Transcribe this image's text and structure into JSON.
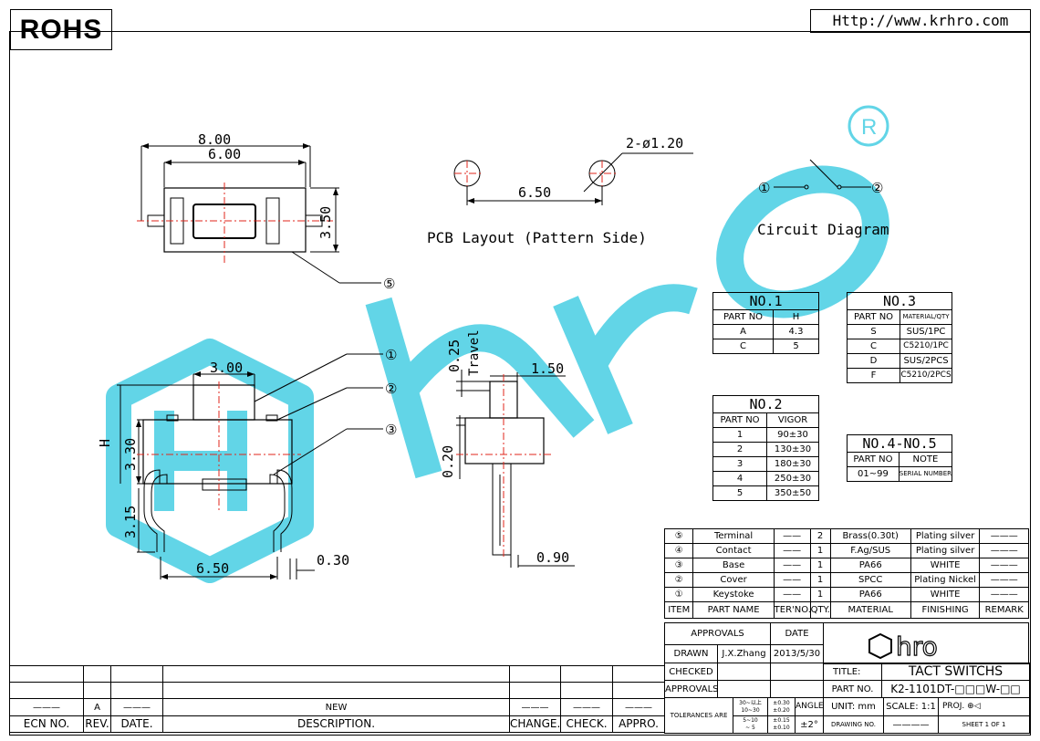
{
  "header": {
    "rohs": "ROHS",
    "url": "Http://www.krhro.com"
  },
  "dims": {
    "top_w1": "8.00",
    "top_w2": "6.00",
    "top_h": "3.50",
    "hole": "2-ø1.20",
    "pcb_pitch": "6.50",
    "front_3": "3.00",
    "front_h": "H",
    "front_330": "3.30",
    "front_315": "3.15",
    "front_650": "6.50",
    "front_030": "0.30",
    "side_025": "0.25",
    "side_travel": "Travel",
    "side_150": "1.50",
    "side_020": "0.20",
    "side_090": "0.90"
  },
  "labels": {
    "pcb_layout": "PCB Layout (Pattern Side)",
    "circuit": "Circuit Diagram"
  },
  "callouts": {
    "c1": "①",
    "c2": "②",
    "c3": "③",
    "c5": "⑤"
  },
  "no1": {
    "title": "NO.1",
    "headers": [
      "PART NO",
      "H"
    ],
    "rows": [
      [
        "A",
        "4.3"
      ],
      [
        "C",
        "5"
      ]
    ]
  },
  "no2": {
    "title": "NO.2",
    "headers": [
      "PART NO",
      "VIGOR"
    ],
    "rows": [
      [
        "1",
        "90±30"
      ],
      [
        "2",
        "130±30"
      ],
      [
        "3",
        "180±30"
      ],
      [
        "4",
        "250±30"
      ],
      [
        "5",
        "350±50"
      ]
    ]
  },
  "no3": {
    "title": "NO.3",
    "headers": [
      "PART NO",
      "MATERIAL/QTY"
    ],
    "rows": [
      [
        "S",
        "SUS/1PC"
      ],
      [
        "C",
        "C5210/1PC"
      ],
      [
        "D",
        "SUS/2PCS"
      ],
      [
        "F",
        "C5210/2PCS"
      ]
    ]
  },
  "no45": {
    "title": "NO.4-NO.5",
    "headers": [
      "PART NO",
      "NOTE"
    ],
    "rows": [
      [
        "01~99",
        "SERIAL NUMBER"
      ]
    ]
  },
  "bom": {
    "rows": [
      [
        "⑤",
        "Terminal",
        "——",
        "2",
        "Brass(0.30t)",
        "Plating silver",
        "———"
      ],
      [
        "④",
        "Contact",
        "——",
        "1",
        "F.Ag/SUS",
        "Plating silver",
        "———"
      ],
      [
        "③",
        "Base",
        "——",
        "1",
        "PA66",
        "WHITE",
        "———"
      ],
      [
        "②",
        "Cover",
        "——",
        "1",
        "SPCC",
        "Plating Nickel",
        "———"
      ],
      [
        "①",
        "Keystoke",
        "——",
        "1",
        "PA66",
        "WHITE",
        "———"
      ]
    ],
    "headers": [
      "ITEM",
      "PART NAME",
      "TER'NO.",
      "QTY.",
      "MATERIAL",
      "FINISHING",
      "REMARK"
    ]
  },
  "title_block": {
    "approvals": "APPROVALS",
    "date": "DATE",
    "drawn": "DRAWN",
    "drawn_by": "J.X.Zhang",
    "drawn_date": "2013/5/30",
    "checked": "CHECKED",
    "approvals2": "APPROVALS",
    "title_label": "TITLE:",
    "title": "TACT SWITCHS",
    "partno_label": "PART NO.",
    "partno": "K2-1101DT-□□□W-□□",
    "tolerances": "TOLERANCES ARE",
    "tol_rows": [
      [
        "30~以上",
        "±0.30"
      ],
      [
        "10~30",
        "±0.20"
      ],
      [
        "5~10",
        "±0.15"
      ],
      [
        "~ 5",
        "±0.10"
      ]
    ],
    "angle": "ANGLE",
    "angle_val": "±2°",
    "unit": "UNIT: mm",
    "scale": "SCALE:  1:1",
    "proj": "PROJ.",
    "drawing_no": "DRAWING NO.",
    "drawing_no_val": "————",
    "sheet": "SHEET  1  OF  1",
    "logo": "hro"
  },
  "revision": {
    "row": [
      "———",
      "A",
      "———",
      "NEW",
      "———",
      "———",
      "———"
    ],
    "headers": [
      "ECN NO.",
      "REV.",
      "DATE.",
      "DESCRIPTION.",
      "CHANGE.",
      "CHECK.",
      "APPRO."
    ]
  },
  "colors": {
    "watermark": "#5ad3e6",
    "center_line": "#e0261b",
    "line": "#000000"
  }
}
